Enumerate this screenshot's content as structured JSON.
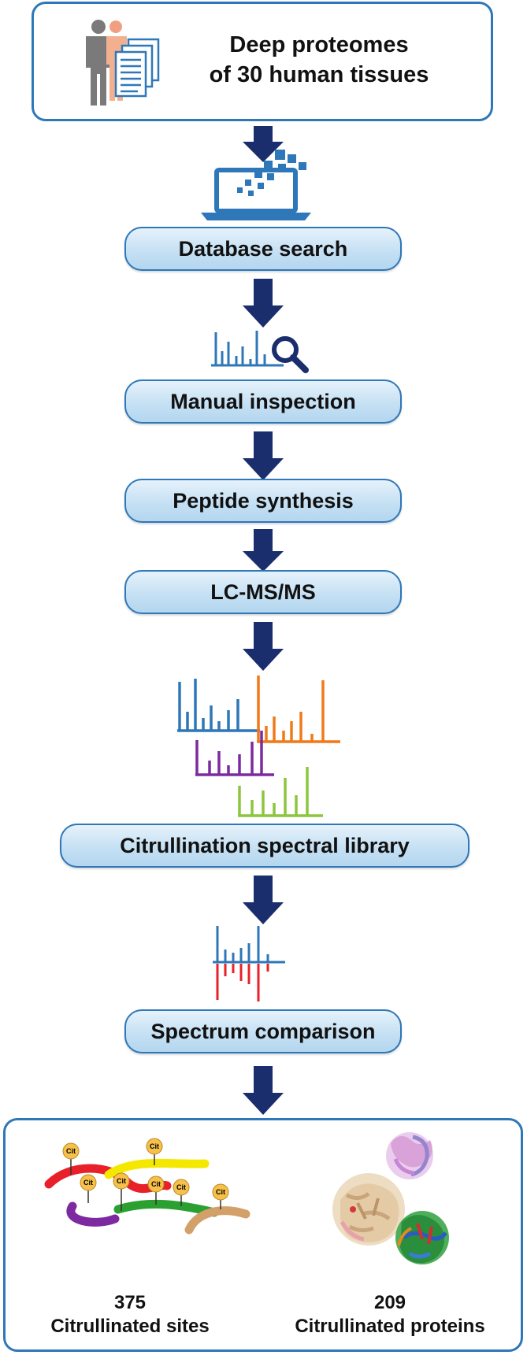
{
  "top": {
    "title_line1": "Deep proteomes",
    "title_line2": "of 30 human tissues"
  },
  "steps": [
    "Database search",
    "Manual inspection",
    "Peptide synthesis",
    "LC-MS/MS",
    "Citrullination spectral library",
    "Spectrum comparison"
  ],
  "results": {
    "sites_count": "375",
    "sites_label": "Citrullinated sites",
    "proteins_count": "209",
    "proteins_label": "Citrullinated proteins",
    "cit_tag": "Cit"
  },
  "colors": {
    "frame": "#2e77b8",
    "arrow": "#1a2e6e",
    "spectrum_blue": "#2e77b8",
    "spectrum_orange": "#f07a1a",
    "spectrum_purple": "#7d2aa0",
    "spectrum_green": "#8cc63f",
    "spectrum_red": "#e8202a"
  }
}
